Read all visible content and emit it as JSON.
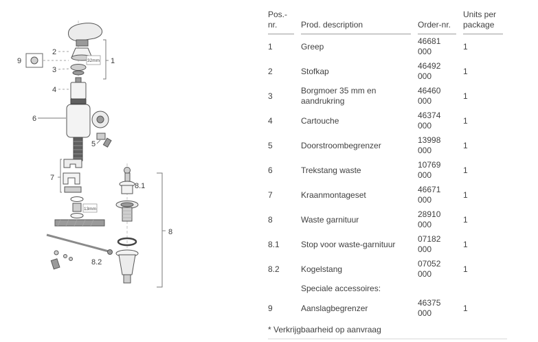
{
  "page": {
    "background": "#ffffff",
    "text_color": "#3f3f3f"
  },
  "table": {
    "headers": {
      "pos": "Pos.-nr.",
      "desc": "Prod. description",
      "order": "Order-nr.",
      "units": "Units per package"
    },
    "rows": [
      {
        "pos": "1",
        "desc": "Greep",
        "order": "46681 000",
        "units": "1"
      },
      {
        "pos": "2",
        "desc": "Stofkap",
        "order": "46492 000",
        "units": "1"
      },
      {
        "pos": "3",
        "desc": "Borgmoer 35 mm en aandrukring",
        "order": "46460 000",
        "units": "1"
      },
      {
        "pos": "4",
        "desc": "Cartouche",
        "order": "46374 000",
        "units": "1"
      },
      {
        "pos": "5",
        "desc": "Doorstroombegrenzer",
        "order": "13998 000",
        "units": "1"
      },
      {
        "pos": "6",
        "desc": "Trekstang waste",
        "order": "10769 000",
        "units": "1"
      },
      {
        "pos": "7",
        "desc": "Kraanmontageset",
        "order": "46671 000",
        "units": "1"
      },
      {
        "pos": "8",
        "desc": "Waste garnituur",
        "order": "28910 000",
        "units": "1"
      },
      {
        "pos": "8.1",
        "desc": "Stop voor waste-garnituur",
        "order": "07182 000",
        "units": "1"
      },
      {
        "pos": "8.2",
        "desc": "Kogelstang",
        "order": "07052 000",
        "units": "1"
      },
      {
        "pos": "",
        "desc": "Speciale accessoires:",
        "order": "",
        "units": ""
      },
      {
        "pos": "9",
        "desc": "Aanslagbegrenzer",
        "order": "46375 000",
        "units": "1"
      }
    ],
    "footnote": "* Verkrijgbaarheid op aanvraag"
  },
  "diagram": {
    "callouts": {
      "c1": "1",
      "c2": "2",
      "c3": "3",
      "c4": "4",
      "c5": "5",
      "c6": "6",
      "c7": "7",
      "c8": "8",
      "c81": "8.1",
      "c82": "8.2",
      "c9": "9"
    },
    "notes": {
      "wrench_top": "32mm",
      "wrench_mid": "13mm"
    }
  }
}
